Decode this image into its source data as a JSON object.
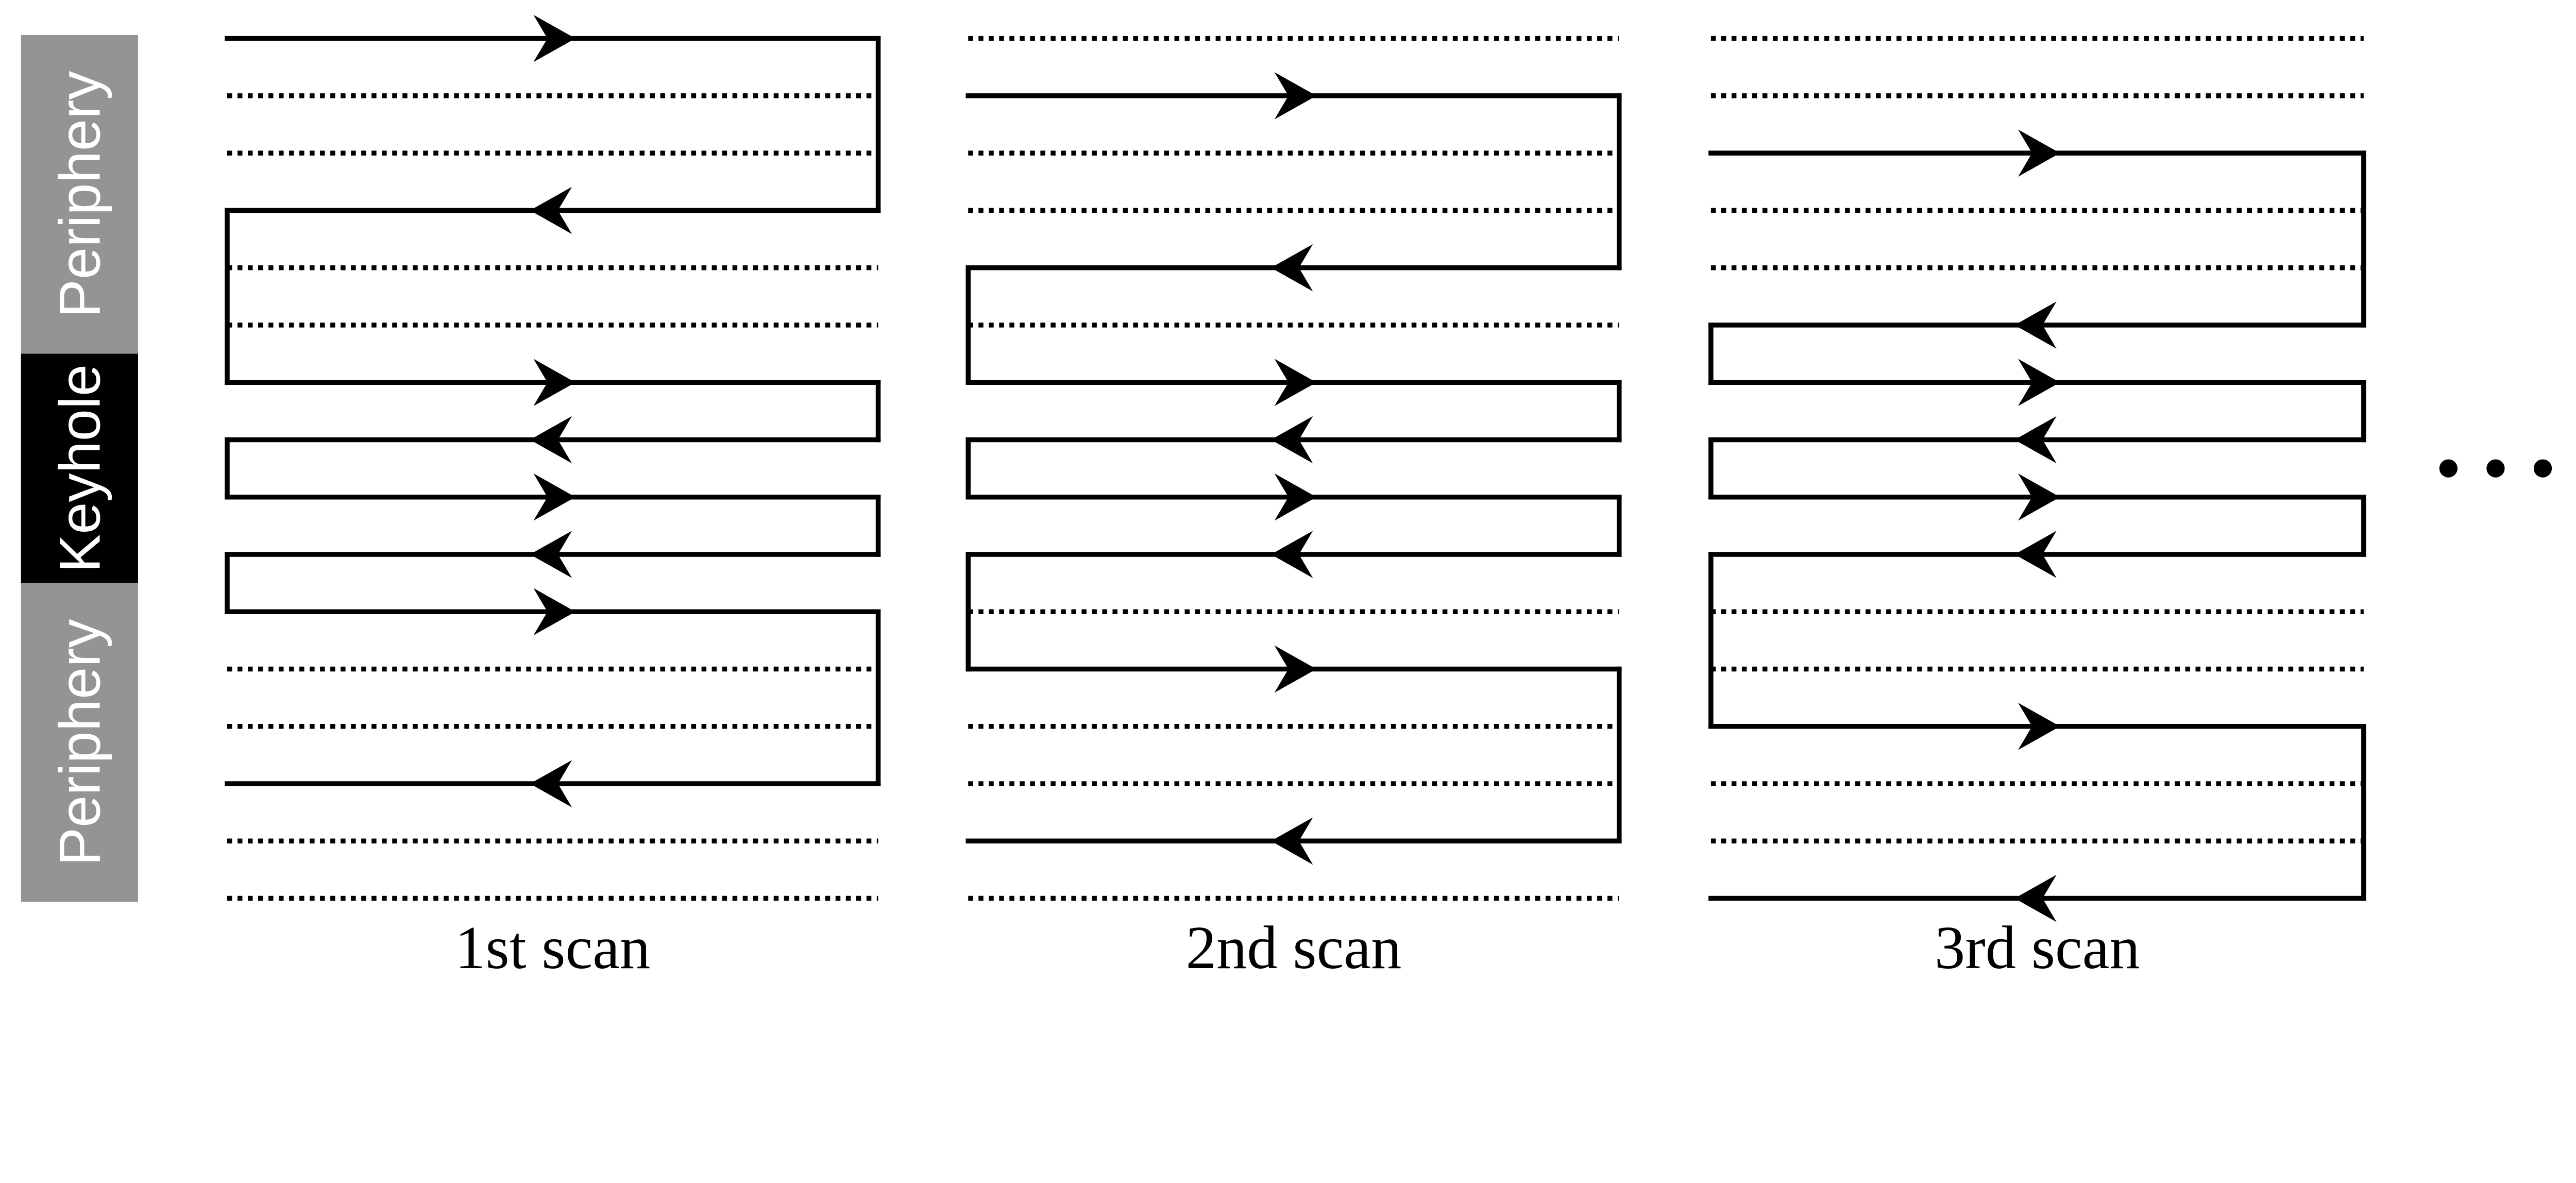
{
  "figure": {
    "background": "#ffffff",
    "line_color": "#000000",
    "description": "Keyhole scanning order diagram with three successive scans"
  },
  "sidebar": {
    "bands": [
      {
        "label": "Periphery",
        "bg": "#949494",
        "fg": "#ffffff"
      },
      {
        "label": "Keyhole",
        "bg": "#000000",
        "fg": "#ffffff"
      },
      {
        "label": "Periphery",
        "bg": "#949494",
        "fg": "#ffffff"
      }
    ]
  },
  "panels": [
    {
      "label": "1st scan",
      "rows": [
        "right",
        "dotted",
        "dotted",
        "left",
        "dotted",
        "dotted",
        "right",
        "left",
        "right",
        "left",
        "right",
        "dotted",
        "dotted",
        "left",
        "dotted",
        "dotted"
      ],
      "connectors": [
        {
          "side": "right",
          "from": 1,
          "to": 4
        },
        {
          "side": "left",
          "from": 4,
          "to": 7
        },
        {
          "side": "right",
          "from": 7,
          "to": 8
        },
        {
          "side": "left",
          "from": 8,
          "to": 9
        },
        {
          "side": "right",
          "from": 9,
          "to": 10
        },
        {
          "side": "left",
          "from": 10,
          "to": 11
        },
        {
          "side": "right",
          "from": 11,
          "to": 14
        }
      ]
    },
    {
      "label": "2nd scan",
      "rows": [
        "dotted",
        "right",
        "dotted",
        "dotted",
        "left",
        "dotted",
        "right",
        "left",
        "right",
        "left",
        "dotted",
        "right",
        "dotted",
        "dotted",
        "left",
        "dotted"
      ],
      "connectors": [
        {
          "side": "right",
          "from": 2,
          "to": 5
        },
        {
          "side": "left",
          "from": 5,
          "to": 7
        },
        {
          "side": "right",
          "from": 7,
          "to": 8
        },
        {
          "side": "left",
          "from": 8,
          "to": 9
        },
        {
          "side": "right",
          "from": 9,
          "to": 10
        },
        {
          "side": "left",
          "from": 10,
          "to": 12
        },
        {
          "side": "right",
          "from": 12,
          "to": 15
        }
      ]
    },
    {
      "label": "3rd scan",
      "rows": [
        "dotted",
        "dotted",
        "right",
        "dotted",
        "dotted",
        "left",
        "right",
        "left",
        "right",
        "left",
        "dotted",
        "dotted",
        "right",
        "dotted",
        "dotted",
        "left"
      ],
      "connectors": [
        {
          "side": "right",
          "from": 3,
          "to": 6
        },
        {
          "side": "left",
          "from": 6,
          "to": 7
        },
        {
          "side": "right",
          "from": 7,
          "to": 8
        },
        {
          "side": "left",
          "from": 8,
          "to": 9
        },
        {
          "side": "right",
          "from": 9,
          "to": 10
        },
        {
          "side": "left",
          "from": 10,
          "to": 13
        },
        {
          "side": "right",
          "from": 13,
          "to": 16
        }
      ]
    }
  ],
  "ellipsis": {
    "dot_count": 3
  }
}
